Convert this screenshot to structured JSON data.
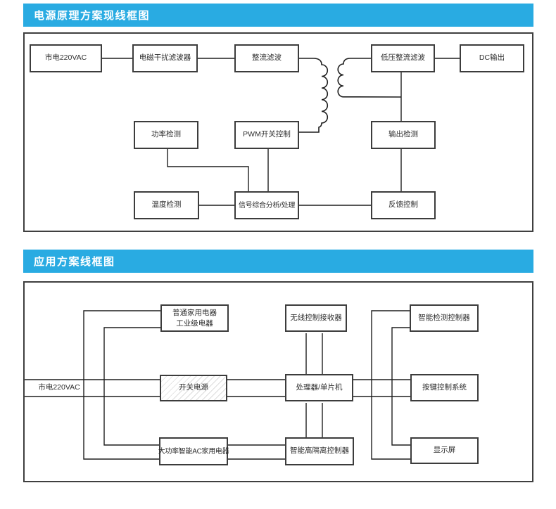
{
  "colors": {
    "accent": "#29abe2",
    "wire": "#1f1f1f",
    "box_border": "#3c3c3c"
  },
  "panel1": {
    "header": "电源原理方案现线框图",
    "boxes": {
      "mains": "市电220VAC",
      "emi_filter": "电磁干扰滤波器",
      "rectifier": "整流滤波",
      "lv_rectifier": "低压整流滤波",
      "dc_output": "DC输出",
      "power_detect": "功率检测",
      "pwm_control": "PWM开关控制",
      "output_detect": "输出检测",
      "temp_detect": "温度检测",
      "signal_process": "信号综合分析/处理",
      "feedback": "反馈控制"
    }
  },
  "panel2": {
    "header": "应用方案线框图",
    "mains_label": "市电220VAC",
    "boxes": {
      "home_appliance_line1": "普通家用电器",
      "home_appliance_line2": "工业级电器",
      "wireless_receiver": "无线控制接收器",
      "smart_detector": "智能检测控制器",
      "smps": "开关电源",
      "mcu": "处理器/单片机",
      "key_system": "按键控制系统",
      "high_power_ac": "大功率智能AC家用电器",
      "isolation_ctrl": "智能高隔离控制器",
      "display": "显示屏"
    }
  }
}
